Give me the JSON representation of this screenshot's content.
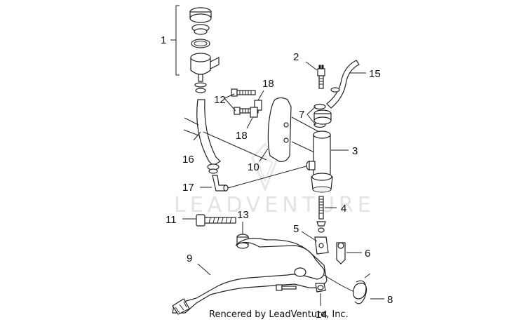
{
  "diagram": {
    "watermark": "LEADVENTURE",
    "credit": "Rencered by LeadVenture, Inc.",
    "callouts": {
      "c1": "1",
      "c2": "2",
      "c3": "3",
      "c4": "4",
      "c5": "5",
      "c6": "6",
      "c7": "7",
      "c8": "8",
      "c9": "9",
      "c10": "10",
      "c11": "11",
      "c12": "12",
      "c13": "13",
      "c14": "14",
      "c15": "15",
      "c16": "16",
      "c17": "17",
      "c18a": "18",
      "c18b": "18"
    }
  }
}
